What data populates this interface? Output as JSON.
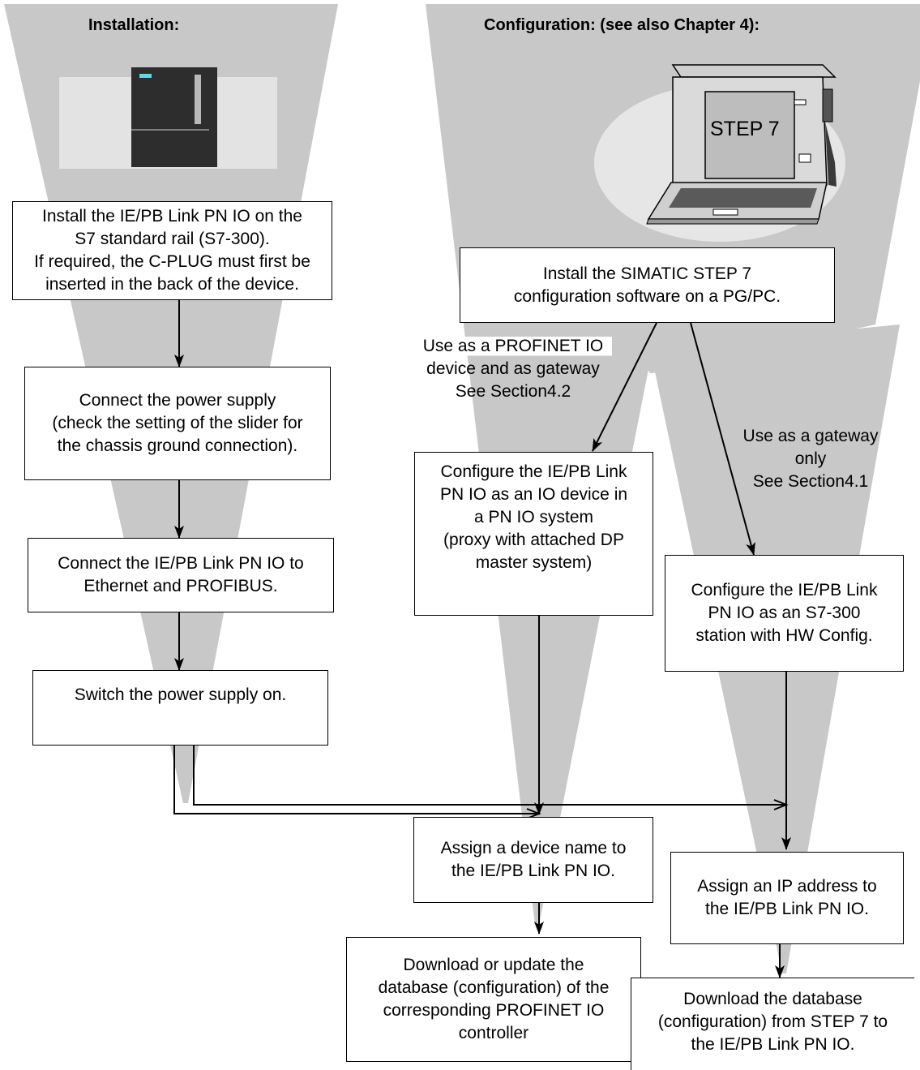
{
  "headers": {
    "installation": "Installation:",
    "configuration": "Configuration: (see also Chapter 4):"
  },
  "pg_screen_text": "STEP 7",
  "boxes": {
    "install_device": "Install the IE/PB Link PN IO on the\nS7 standard rail (S7-300).\nIf required, the C-PLUG must first be\ninserted in the back of the device.",
    "connect_power": "Connect the power supply\n(check the setting of the slider for\nthe chassis ground connection).",
    "connect_networks": "Connect the IE/PB Link PN IO to\nEthernet and PROFIBUS.",
    "switch_on": "Switch the power supply on.",
    "install_step7": "Install the SIMATIC STEP 7\nconfiguration software on a PG/PC.",
    "configure_io_device": "Configure the IE/PB Link\nPN IO as an IO device in\na PN IO system\n(proxy with attached DP\nmaster system)",
    "configure_s7_station": "Configure the IE/PB Link\nPN IO as an S7-300\nstation with HW Config.",
    "assign_device_name": "Assign a device name to\nthe IE/PB Link PN IO.",
    "assign_ip": "Assign an IP address to\nthe IE/PB Link PN IO.",
    "download_controller": "Download or update the\ndatabase (configuration) of the\ncorresponding PROFINET IO\ncontroller",
    "download_step7": "Download the database\n(configuration) from STEP 7 to\nthe IE/PB Link PN IO."
  },
  "notes": {
    "profinet_gateway": "Use as a PROFINET IO\ndevice and as gateway\nSee Section4.2",
    "gateway_only": "Use as a gateway\nonly\nSee Section4.1"
  },
  "colors": {
    "funnel": "#c8c8c8",
    "module_dark": "#2d2d2d",
    "module_led": "#5fd7e8",
    "ellipse": "#e6e6e6",
    "rail": "#e3e3e3"
  }
}
